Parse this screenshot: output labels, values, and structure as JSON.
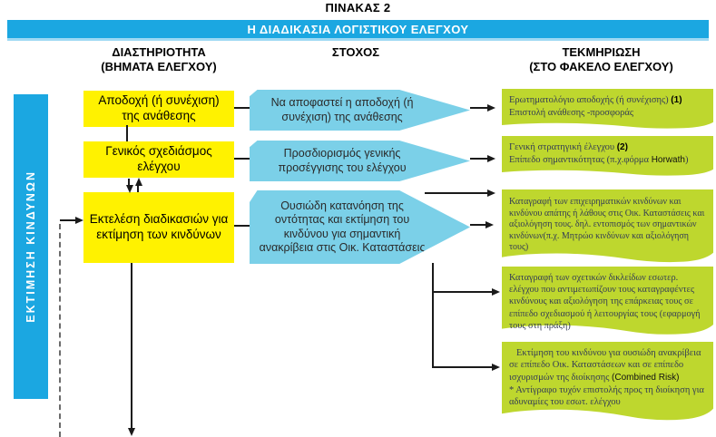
{
  "page": {
    "title": "ΠΙΝΑΚΑΣ 2"
  },
  "header": {
    "title": "Η ΔΙΑΔΙΚΑΣΙΑ ΛΟΓΙΣΤΙΚΟΥ ΕΛΕΓΧΟΥ"
  },
  "columns": {
    "activity_line1": "ΔΙΑΣΤΗΡΙΟΤΗΤΑ",
    "activity_line2": "(ΒΗΜΑΤΑ ΕΛΕΓΧΟΥ)",
    "goal": "ΣΤΟΧΟΣ",
    "documentation_line1": "ΤΕΚΜΗΡΙΩΣΗ",
    "documentation_line2": "(ΣΤΟ ΦΑΚΕΛΟ ΕΛΕΓΧΟΥ)"
  },
  "sidebar": {
    "label": "ΕΚΤΙΜΗΣΗ ΚΙΝΔΥΝΩΝ"
  },
  "activities": [
    "Αποδοχή (ή συνέχιση) της ανάθεσης",
    "Γενικός σχεδιάσμος ελέγχου",
    "Εκτελέση διαδικασιών για εκτίμηση των κινδύνων"
  ],
  "goals": [
    "Να αποφαστεί η αποδοχή (ή συνέχιση) της ανάθεσης",
    "Προσδιορισμός γενικής προσέγγισης του ελέγχου",
    "Ουσιώδη κατανόηση της οντότητας και εκτίμηση του κινδύνου για σημαντική ανακρίβεια στις Οικ. Καταστάσεις"
  ],
  "documentation": {
    "doc1": {
      "line1": "Ερωτηματολόγιο αποδοχής (ή συνέχισης) ",
      "line1_ref": "(1)",
      "line2": "Επιστολή ανάθεσης -προσφοράς"
    },
    "doc2": {
      "line1": "Γενική στρατηγική έλεγχου  ",
      "line1_ref": "(2)",
      "line2_pre": "Επίπεδο σημαντικότητας (π.χ.φόρμα ",
      "line2_brand": "Horwath",
      "line2_post": ")"
    },
    "doc3": {
      "text": "Καταγραφή των επιχειρηματικών κινδύνων και κινδύνου απάτης ή λάθους στις Οικ. Καταστάσεις και αξιολόγηση τους. δηλ. εντοπισμός των σημαντικών κινδύνων(π.χ. Μητρώο κινδύνων και αξιολόγηση τους)"
    },
    "doc4": {
      "text": "Καταγραφή των σχετικών δικλείδων εσωτερ. ελέγχου που αντιμετωπίζουν  τους  καταγραφέντες κινδύνους και αξιολόγηση της επάρκειας τους σε επίπεδο σχεδιασμού ή λειτουργίας τους (εφαρμογή τους στη πράξη)"
    },
    "doc5": {
      "p1": "Εκτίμηση του κινδύνου για ουσιώδη ανακρίβεια σε επίπεδο Οικ. Καταστάσεων και σε επίπεδο ισχυρισμών της διοίκησης ",
      "p1_sans": "(Combined Risk)",
      "p2": "* Αντίγραφο τυχόν επιστολής προς τη διοίκηση για αδυναμίες του εσωτ. ελέγχου"
    }
  },
  "colors": {
    "header_bg": "#1ba7e1",
    "sidebar_bg": "#1ba7e1",
    "activity_bg": "#fff200",
    "goal_bg": "#7bd0e8",
    "doc_bg": "#bed72e"
  }
}
